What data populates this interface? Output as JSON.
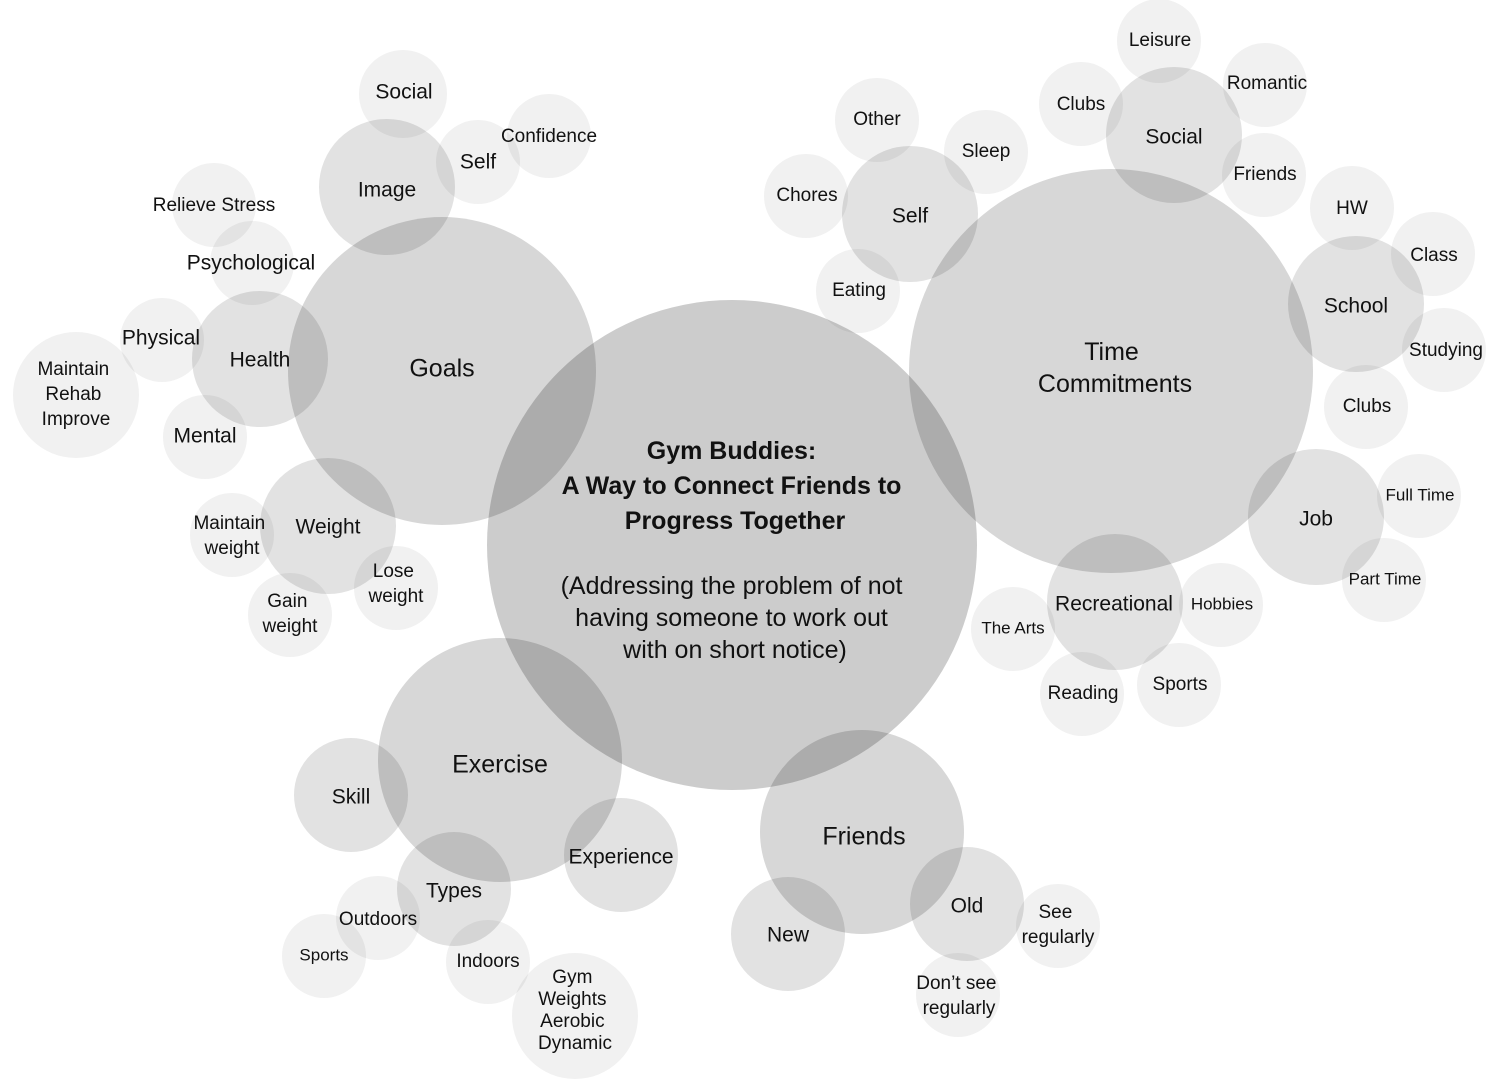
{
  "center": {
    "title_lines": [
      "Gym Buddies:",
      "A Way to Connect Friends to",
      "Progress Together"
    ],
    "subtitle_lines": [
      "(Addressing the problem of not",
      "having someone to work out",
      "with on short notice)"
    ]
  },
  "goals": {
    "label": "Goals",
    "image": {
      "label": "Image",
      "social": "Social",
      "self": {
        "label": "Self",
        "confidence": "Confidence"
      }
    },
    "health": {
      "label": "Health",
      "psychological": {
        "label": "Psychological",
        "relieve_stress": "Relieve Stress"
      },
      "physical": {
        "label": "Physical",
        "lines": [
          "Maintain",
          "Rehab",
          "Improve"
        ]
      },
      "mental": "Mental"
    },
    "weight": {
      "label": "Weight",
      "maintain": [
        "Maintain",
        "weight"
      ],
      "gain": [
        "Gain",
        "weight"
      ],
      "lose": [
        "Lose",
        "weight"
      ]
    }
  },
  "time_commitments": {
    "label_lines": [
      "Time",
      "Commitments"
    ],
    "self": {
      "label": "Self",
      "other": "Other",
      "sleep": "Sleep",
      "chores": "Chores",
      "eating": "Eating"
    },
    "social": {
      "label": "Social",
      "leisure": "Leisure",
      "clubs": "Clubs",
      "romantic": "Romantic",
      "friends": "Friends"
    },
    "school": {
      "label": "School",
      "hw": "HW",
      "class": "Class",
      "studying": "Studying",
      "clubs": "Clubs"
    },
    "job": {
      "label": "Job",
      "full_time": "Full Time",
      "part_time": "Part Time"
    },
    "recreational": {
      "label": "Recreational",
      "the_arts": "The Arts",
      "hobbies": "Hobbies",
      "reading": "Reading",
      "sports": "Sports"
    }
  },
  "exercise": {
    "label": "Exercise",
    "skill": "Skill",
    "experience": "Experience",
    "types": {
      "label": "Types",
      "outdoors": {
        "label": "Outdoors",
        "sports": "Sports"
      },
      "indoors": {
        "label": "Indoors",
        "lines": [
          "Gym",
          "Weights",
          "Aerobic",
          "Dynamic"
        ]
      }
    }
  },
  "friends": {
    "label": "Friends",
    "new": "New",
    "old": {
      "label": "Old",
      "see_regularly": [
        "See",
        "regularly"
      ],
      "dont_see_regularly": [
        "Don’t see",
        "regularly"
      ]
    }
  }
}
